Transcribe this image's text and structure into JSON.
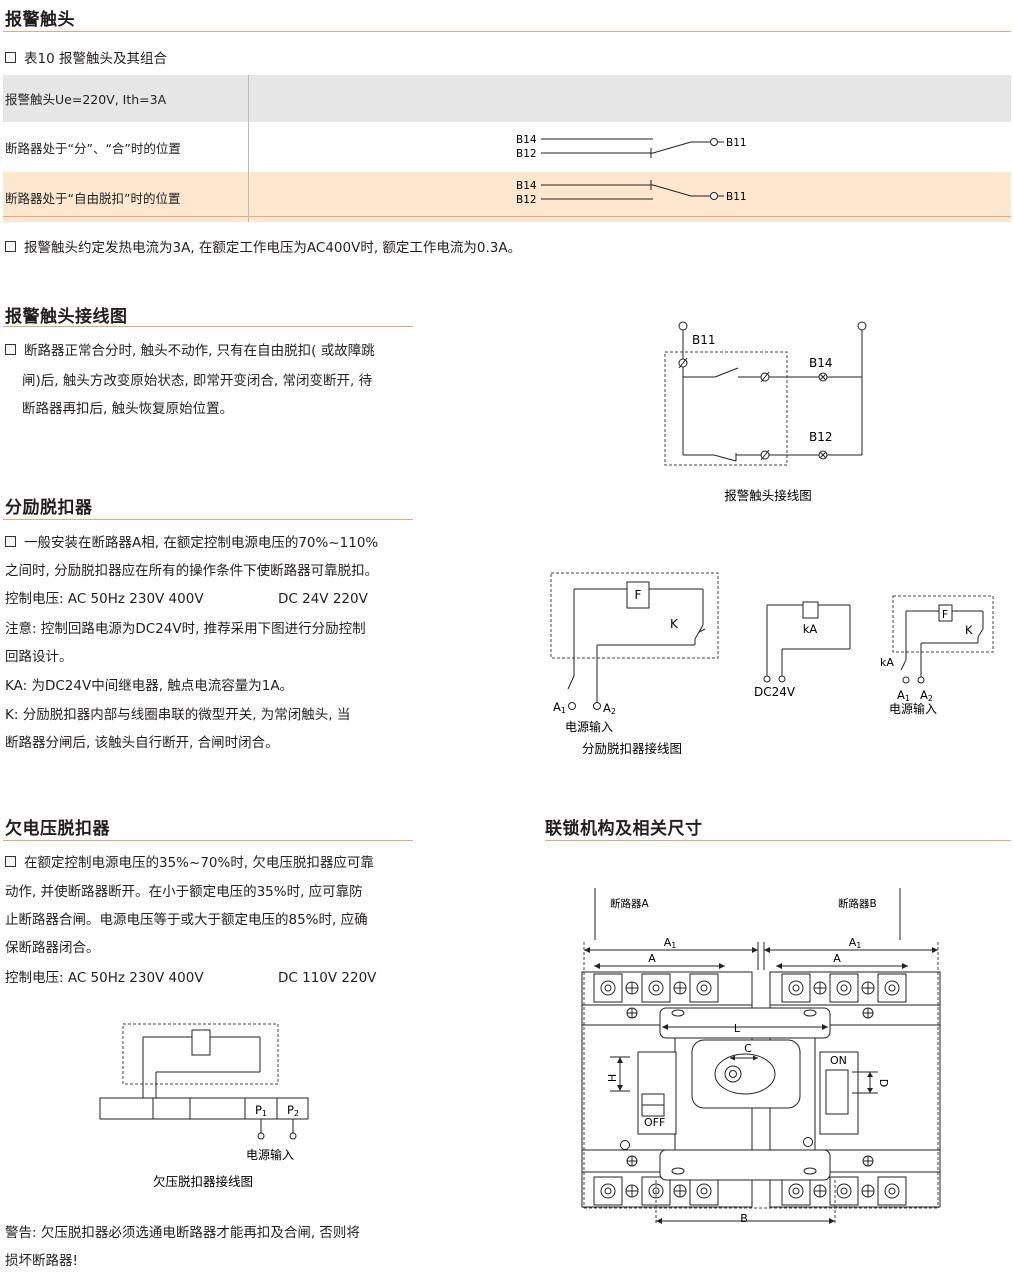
{
  "sec_alarm": {
    "title": "报警触头"
  },
  "table10": {
    "caption": "表10 报警触头及其组合",
    "header": "报警触头Ue=220V, Ith=3A",
    "row1": {
      "label": "断路器处于“分”、“合”时的位置",
      "b14": "B14",
      "b12": "B12",
      "b11": "B11"
    },
    "row2": {
      "label": "断路器处于“自由脱扣”时的位置",
      "b14": "B14",
      "b12": "B12",
      "b11": "B11"
    }
  },
  "alarm_note": "报警触头约定发热电流为3A, 在额定工作电压为AC400V时, 额定工作电流为0.3A。",
  "sec_wiring": {
    "title": "报警触头接线图",
    "text": [
      "断路器正常合分时, 触头不动作, 只有在自由脱扣( 或故障跳",
      "闸)后, 触头方改变原始状态, 即常开变闭合, 常闭变断开, 待",
      "断路器再扣后, 触头恢复原始位置。"
    ],
    "diagram": {
      "b11": "B11",
      "b14": "B14",
      "b12": "B12",
      "caption": "报警触头接线图"
    }
  },
  "sec_shunt": {
    "title": "分励脱扣器",
    "text": [
      "一般安装在断路器A相, 在额定控制电源电压的70%~110%",
      "之间时, 分励脱扣器应在所有的操作条件下使断路器可靠脱扣。",
      "控制电压:  AC  50Hz  230V  400V",
      "DC    24V  220V",
      "注意:  控制回路电源为DC24V时, 推荐采用下图进行分励控制",
      "回路设计。",
      "KA:  为DC24V中间继电器, 触点电流容量为1A。",
      "K:  分励脱扣器内部与线圈串联的微型开关, 为常闭触头, 当",
      "断路器分闸后, 该触头自行断开, 合闸时闭合。"
    ],
    "diagram": {
      "f": "F",
      "k": "K",
      "a1": "A",
      "a1sub": "1",
      "a2": "A",
      "a2sub": "2",
      "power_in": "电源输入",
      "ka": "kA",
      "dc24v": "DC24V",
      "caption": "分励脱扣器接线图"
    }
  },
  "sec_uv": {
    "title": "欠电压脱扣器",
    "text": [
      "在额定控制电源电压的35%~70%时, 欠电压脱扣器应可靠",
      "动作, 并使断路器断开。在小于额定电压的35%时, 应可靠防",
      "止断路器合闸。电源电压等于或大于额定电压的85%时, 应确",
      "保断路器闭合。",
      "控制电压:  AC  50Hz  230V  400V",
      "DC     110V  220V"
    ],
    "diagram": {
      "p1": "P",
      "p1sub": "1",
      "p2": "P",
      "p2sub": "2",
      "power_in": "电源输入",
      "caption": "欠压脱扣器接线图"
    },
    "warning": [
      "警告:  欠压脱扣器必须选通电断路器才能再扣及合闸, 否则将",
      "损坏断路器!"
    ]
  },
  "sec_interlock": {
    "title": "联锁机构及相关尺寸",
    "diagram": {
      "breaker_a": "断路器A",
      "breaker_b": "断路器B",
      "a1": "A",
      "a1sub": "1",
      "a": "A",
      "l": "L",
      "c": "C",
      "h": "H",
      "d": "D",
      "on": "ON",
      "off": "OFF",
      "b": "B"
    }
  }
}
